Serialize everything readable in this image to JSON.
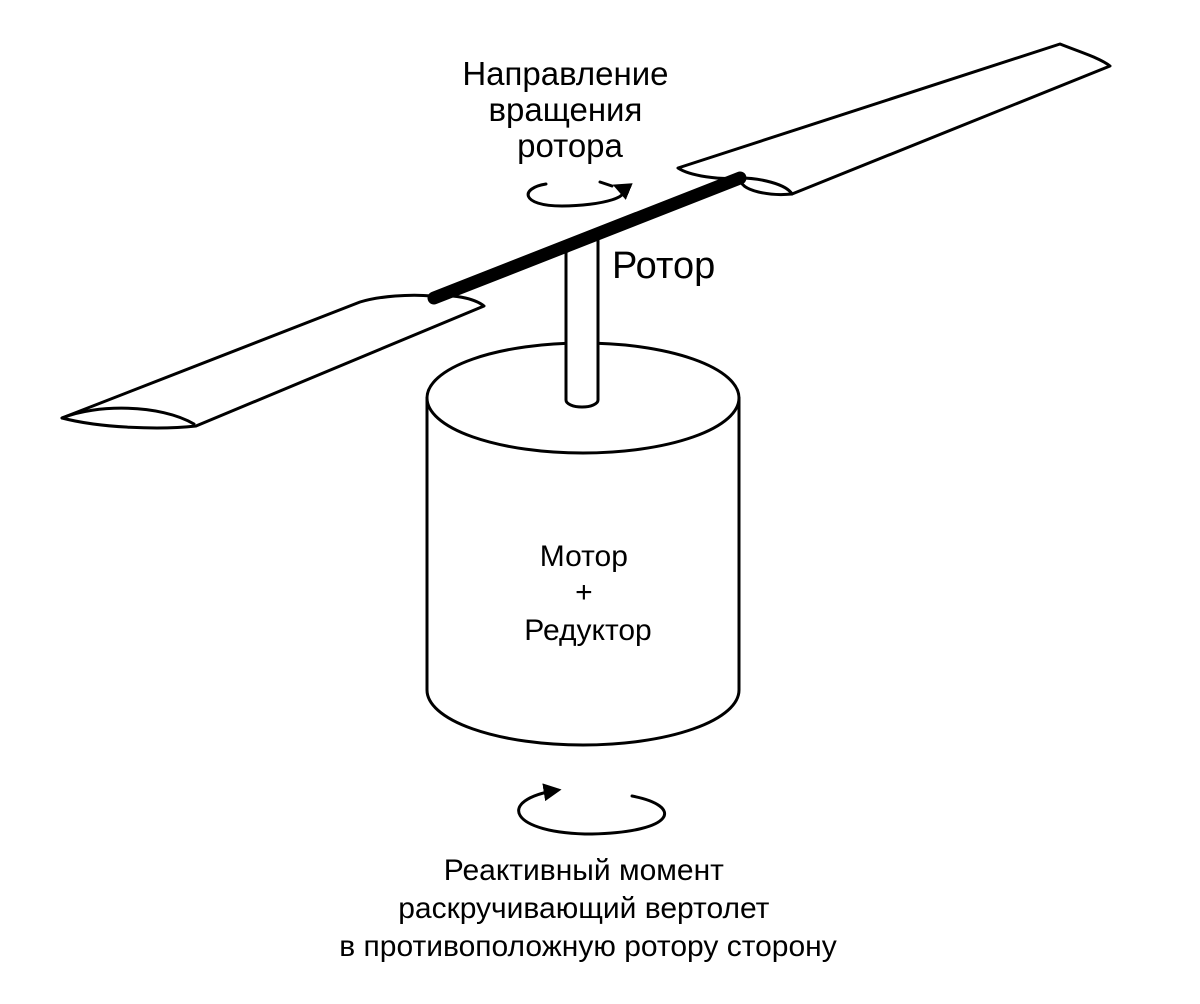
{
  "labels": {
    "rotation_direction": [
      "Направление",
      "вращения",
      "ротора"
    ],
    "rotor": "Ротор",
    "motor": [
      "Мотор",
      "+",
      "Редуктор"
    ],
    "reaction_torque": [
      "Реактивный момент",
      "раскручивающий вертолет",
      "в противоположную ротору сторону"
    ]
  },
  "colors": {
    "stroke": "#000000",
    "fill": "#ffffff"
  }
}
